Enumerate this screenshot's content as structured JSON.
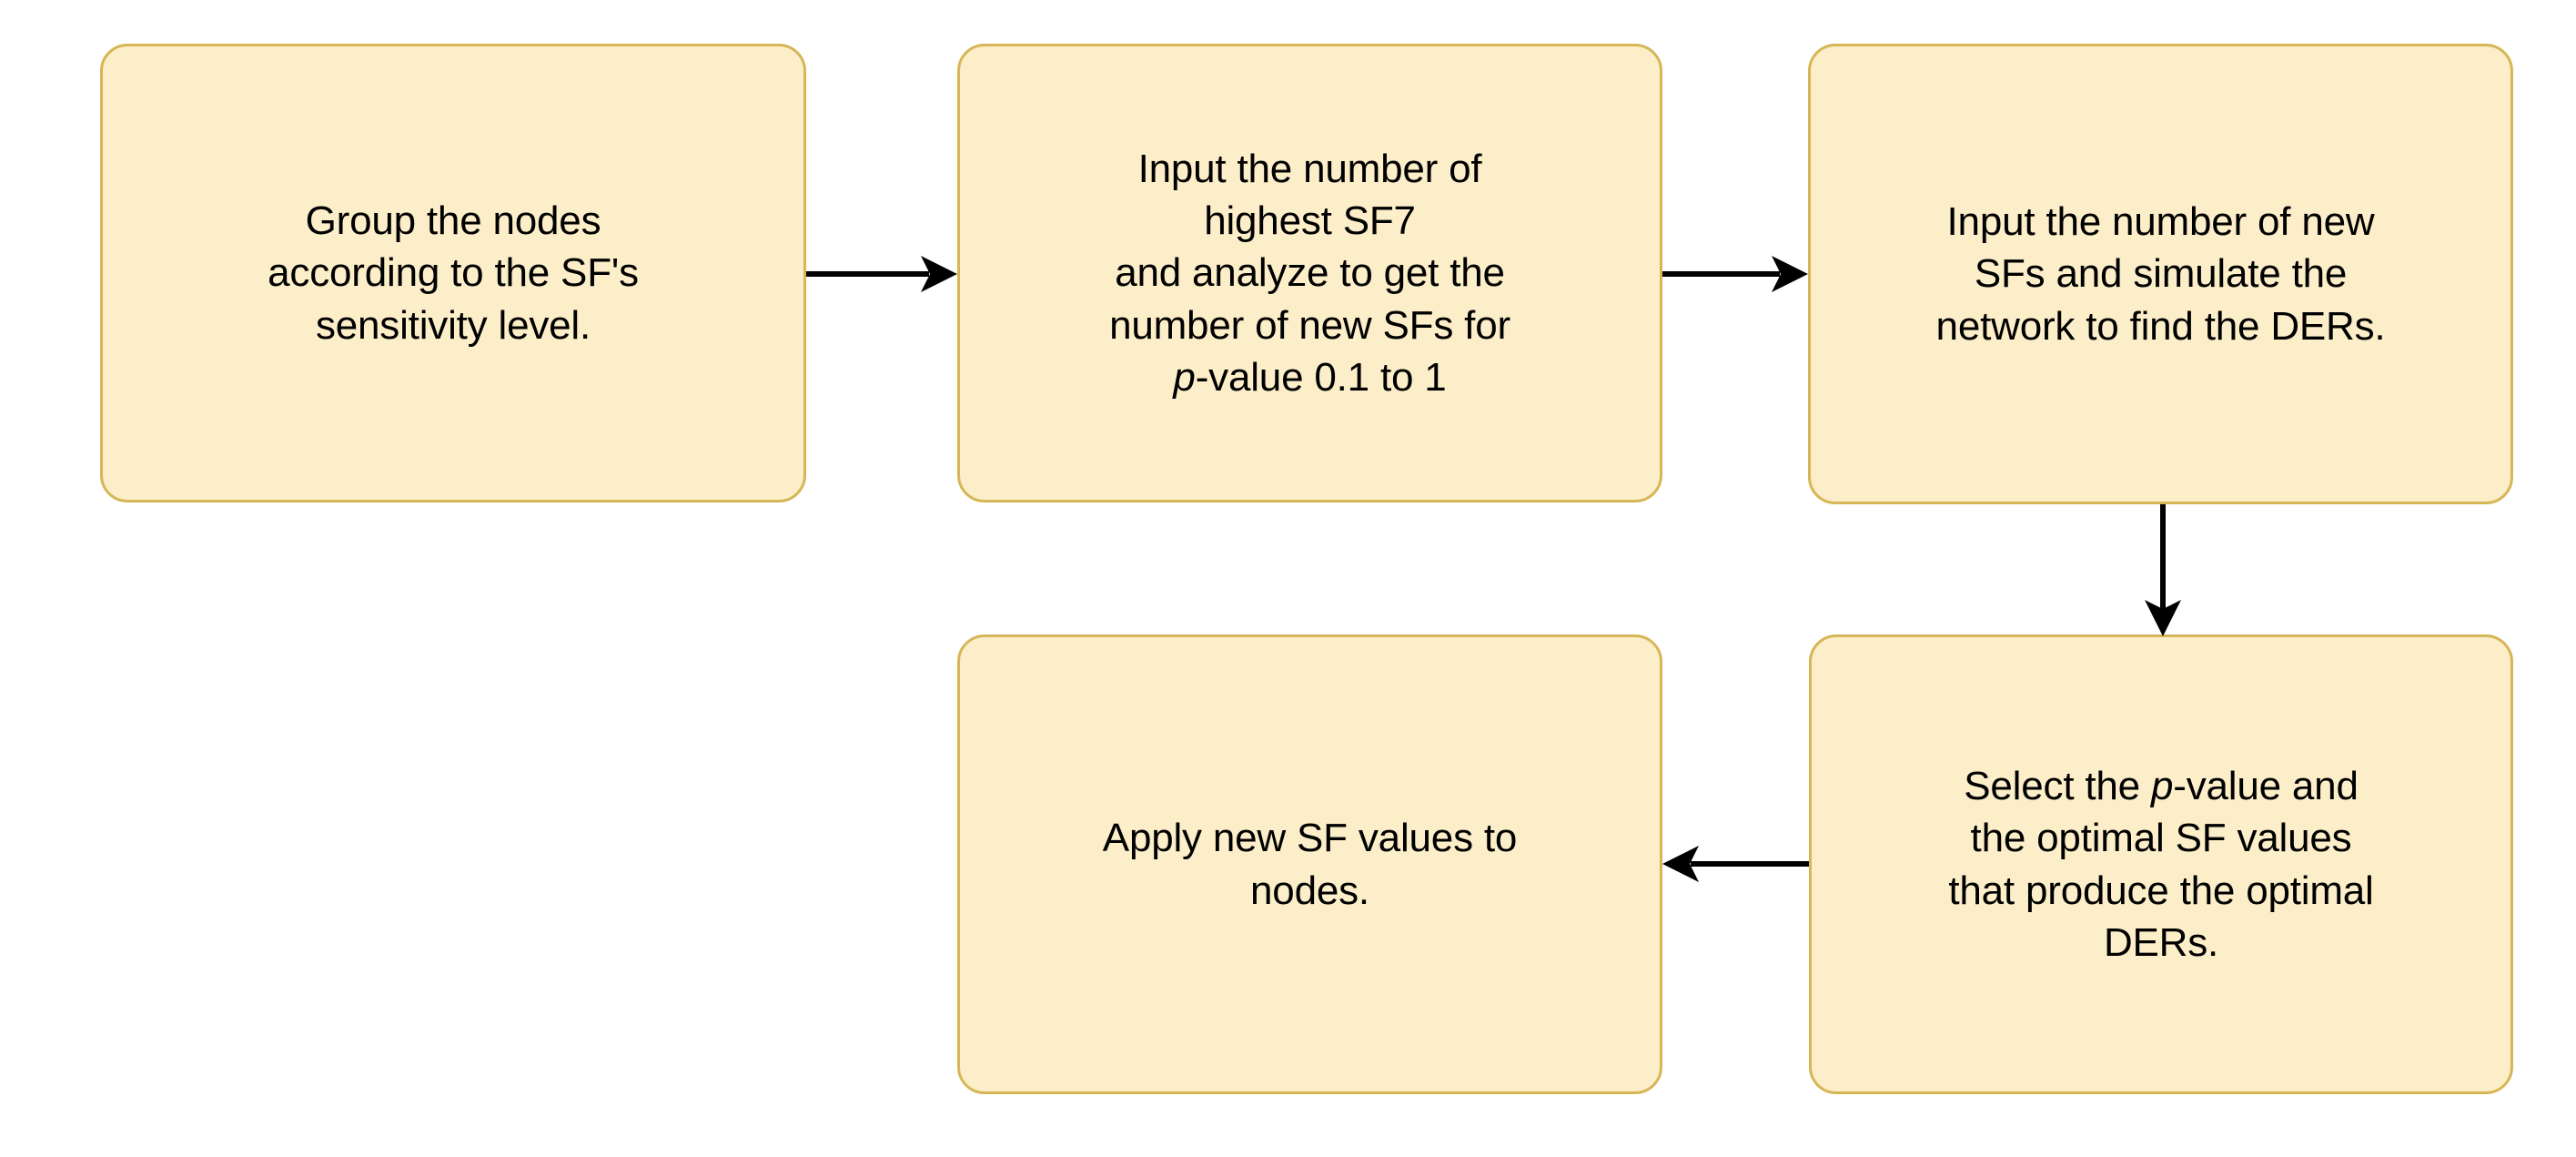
{
  "diagram": {
    "title": "SF optimization workflow flowchart",
    "background_color": "#ffffff",
    "node_fill_color": "#fbeec8",
    "node_border_color": "#d6b656",
    "connector_color": "#000000",
    "text_color": "#000000",
    "nodes": [
      {
        "id": "group",
        "text": "Group the nodes\naccording to the SF's\nsensitivity level.",
        "lines": [
          "Group the nodes",
          "according to the SF's",
          "sensitivity level."
        ]
      },
      {
        "id": "analyze",
        "text": "Input the number of\nhighest SF7\nand analyze to get the\nnumber of new SFs for\np-value 0.1 to 1",
        "lines": [
          "Input the number of",
          "highest SF7",
          "and analyze to get the",
          "number of new SFs for",
          "p-value 0.1 to 1"
        ],
        "italic_token": "p"
      },
      {
        "id": "simulate",
        "text": "Input the number of new\nSFs and simulate the\nnetwork to find the DERs.",
        "lines": [
          "Input the number of new",
          "SFs and simulate the",
          "network to find the DERs."
        ]
      },
      {
        "id": "select",
        "text": "Select the p-value and\nthe optimal SF values\nthat produce the optimal\nDERs.",
        "lines": [
          "Select the p-value and",
          "the optimal SF values",
          "that produce the optimal",
          "DERs."
        ],
        "italic_token": "p"
      },
      {
        "id": "apply",
        "text": "Apply new SF values to\nnodes.",
        "lines": [
          "Apply new SF values to",
          "nodes."
        ]
      }
    ],
    "edges": [
      {
        "id": "group-analyze",
        "from": "group",
        "to": "analyze",
        "direction": "right"
      },
      {
        "id": "analyze-simulate",
        "from": "analyze",
        "to": "simulate",
        "direction": "right"
      },
      {
        "id": "simulate-select",
        "from": "simulate",
        "to": "select",
        "direction": "down"
      },
      {
        "id": "select-apply",
        "from": "select",
        "to": "apply",
        "direction": "left"
      }
    ]
  }
}
